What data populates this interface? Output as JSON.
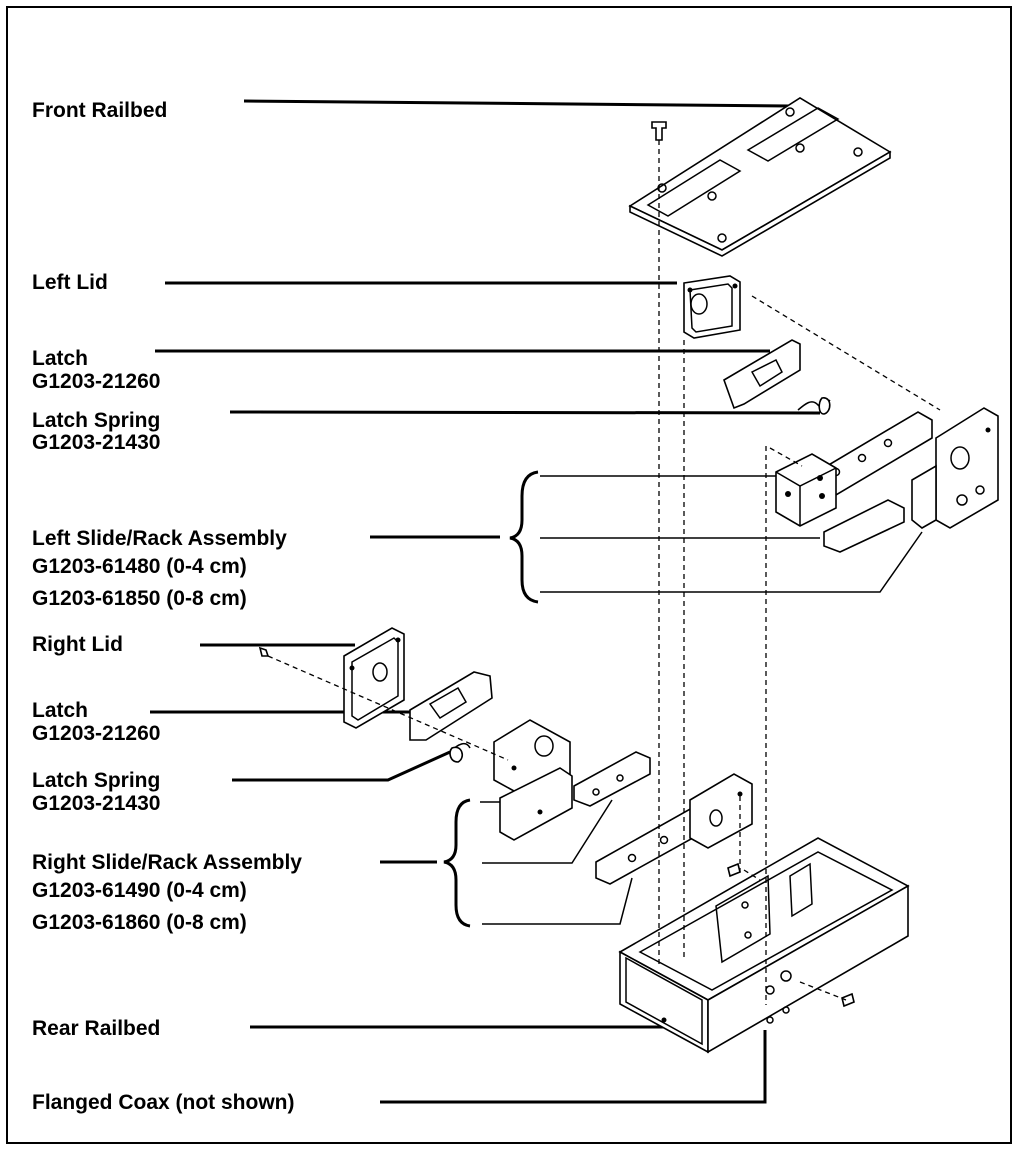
{
  "labels": {
    "front_railbed": "Front Railbed",
    "left_lid": "Left Lid",
    "latch1_name": "Latch",
    "latch1_part": "G1203-21260",
    "spring1_name": "Latch Spring",
    "spring1_part": "G1203-21430",
    "left_slide_name": "Left Slide/Rack Assembly",
    "left_slide_part1": "G1203-61480 (0-4 cm)",
    "left_slide_part2": "G1203-61850 (0-8 cm)",
    "right_lid": "Right Lid",
    "latch2_name": "Latch",
    "latch2_part": "G1203-21260",
    "spring2_name": "Latch Spring",
    "spring2_part": "G1203-21430",
    "right_slide_name": "Right Slide/Rack Assembly",
    "right_slide_part1": "G1203-61490 (0-4 cm)",
    "right_slide_part2": "G1203-61860 (0-8 cm)",
    "rear_railbed": "Rear Railbed",
    "flanged_coax": "Flanged Coax (not shown)"
  }
}
